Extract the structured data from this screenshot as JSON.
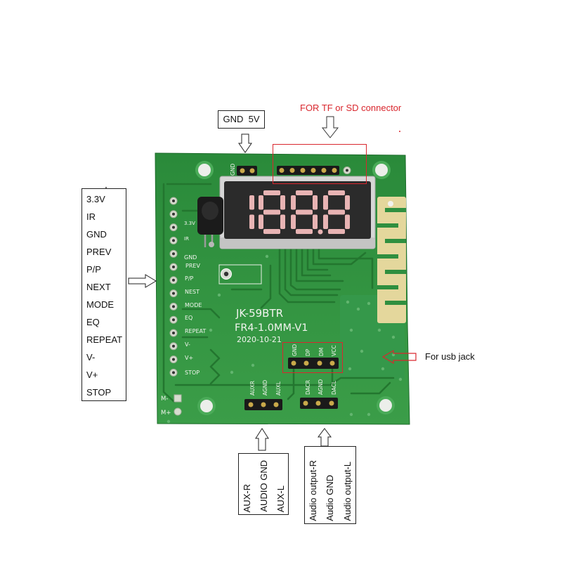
{
  "annotations": {
    "power_header": {
      "label": "GND  5V"
    },
    "tf_connector": {
      "label": "FOR TF or SD connector"
    },
    "left_pins": {
      "labels": [
        "3.3V",
        "IR",
        "GND",
        "PREV",
        "P/P",
        "NEXT",
        "MODE",
        "EQ",
        "REPEAT",
        "V-",
        "V+",
        "STOP"
      ]
    },
    "usb": {
      "label": "For usb jack"
    },
    "aux_input": {
      "labels": [
        "AUX-R",
        "AUDIO GND",
        "AUX-L"
      ]
    },
    "audio_output": {
      "labels": [
        "Audio output-R",
        "Audio GND",
        "Audio output-L"
      ]
    }
  },
  "board": {
    "model": "JK-59BTR",
    "spec": "FR4-1.0MM-V1",
    "date": "2020-10-21",
    "display_digits": "1888",
    "silkscreen": {
      "left_pins": [
        "3.3V",
        "IR",
        "GND",
        "PREV",
        "P/P",
        "NEST",
        "MODE",
        "EQ",
        "REPEAT",
        "V-",
        "V+",
        "STOP"
      ],
      "top_header": [
        "GND"
      ],
      "usb_header": [
        "GND",
        "DP",
        "DM",
        "VCC"
      ],
      "aux_header": [
        "AUXR",
        "AGND",
        "AUXL"
      ],
      "dac_header": [
        "DACR",
        "AGND",
        "DACL"
      ],
      "motor": [
        "M-",
        "M+"
      ]
    }
  },
  "icons": [
    "arrow-down-icon",
    "arrow-right-icon",
    "arrow-left-icon",
    "arrow-up-icon"
  ],
  "colors": {
    "annotation_red": "#d9272e",
    "board_green": "#2f8f3f",
    "silkscreen": "#f1f4ee",
    "antenna": "#e4d79c",
    "display_segment": "#e8b4b4"
  }
}
